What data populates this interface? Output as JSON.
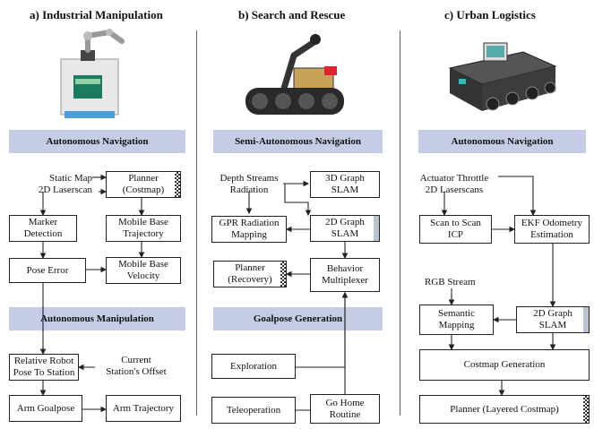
{
  "panels": {
    "a": {
      "title": "a) Industrial Manipulation",
      "nav_header": "Autonomous Navigation",
      "manip_header": "Autonomous Manipulation",
      "inputs": "Static Map\n2D Laserscan",
      "planner": "Planner\n(Costmap)",
      "marker": "Marker\nDetection",
      "mb_traj": "Mobile Base\nTrajectory",
      "pose_error": "Pose Error",
      "mb_vel": "Mobile Base\nVelocity",
      "rel_pose": "Relative Robot\nPose To Station",
      "offset": "Current\nStation's Offset",
      "arm_goal": "Arm Goalpose",
      "arm_traj": "Arm Trajectory"
    },
    "b": {
      "title": "b) Search and Rescue",
      "nav_header": "Semi-Autonomous Navigation",
      "goal_header": "Goalpose Generation",
      "inputs": "Depth Streams\nRadiation",
      "graph3d": "3D Graph\nSLAM",
      "gpr": "GPR Radiation\nMapping",
      "graph2d": "2D Graph\nSLAM",
      "planner": "Planner\n(Recovery)",
      "behavior": "Behavior\nMultiplexer",
      "exploration": "Exploration",
      "teleop": "Teleoperation",
      "gohome": "Go Home\nRoutine"
    },
    "c": {
      "title": "c) Urban Logistics",
      "nav_header": "Autonomous Navigation",
      "inputs": "Actuator Throttle\n2D Laserscans",
      "scan": "Scan to Scan\nICP",
      "ekf": "EKF Odometry\nEstimation",
      "rgb": "RGB Stream",
      "semantic": "Semantic\nMapping",
      "graph2d": "2D Graph\nSLAM",
      "costmap": "Costmap Generation",
      "planner": "Planner (Layered Costmap)"
    }
  },
  "colors": {
    "header_fill": "#c5cde6",
    "accent_grey": "#b7c4d4"
  },
  "icons": {
    "robot_a": "industrial-mobile-manipulator-icon",
    "robot_b": "tracked-rescue-robot-icon",
    "robot_c": "tracked-logistics-robot-icon"
  }
}
